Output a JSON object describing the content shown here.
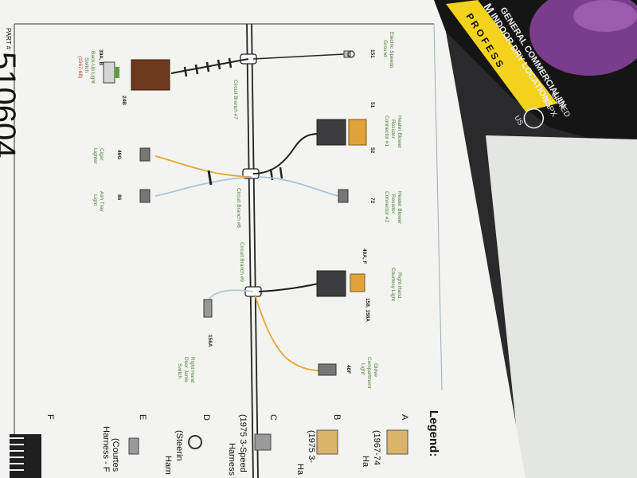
{
  "document": {
    "part_label": "PART #",
    "part_number": "510604",
    "legend": {
      "title": "Legend:",
      "entries": [
        {
          "letter": "A",
          "text": "(1967-74",
          "text2": "Ha"
        },
        {
          "letter": "B",
          "text": "(1975 3-",
          "text2": "Ha"
        },
        {
          "letter": "C",
          "text": "(1975 3-Speed",
          "text2": "Harness"
        },
        {
          "letter": "D",
          "text": "(Steerin",
          "text2": "Harn"
        },
        {
          "letter": "E",
          "text": "(Courtes",
          "text2": "Harness - F"
        },
        {
          "letter": "F",
          "text": "",
          "text2": ""
        }
      ]
    },
    "branches": [
      "Circuit Branch #7",
      "Circuit Branch #8",
      "Circuit Branch #9"
    ],
    "components": [
      {
        "tag": "151",
        "lines": [
          "Electric Speedo",
          "Ground"
        ]
      },
      {
        "tag": "39A, B",
        "tag2": "24B",
        "lines": [
          "Back-Up Light",
          "Switch"
        ],
        "note": "(1967-68)"
      },
      {
        "tag": "51",
        "tag2": "52",
        "lines": [
          "Heater Blower",
          "Resistor",
          "Connector #1"
        ]
      },
      {
        "tag": "46G",
        "lines": [
          "Cigar",
          "Lighter"
        ]
      },
      {
        "tag": "72",
        "lines": [
          "Heater Blower",
          "Resistor",
          "Connector #2"
        ]
      },
      {
        "tag": "86",
        "lines": [
          "Ash Tray",
          "Light"
        ]
      },
      {
        "tag": "40A, F",
        "tag2": "158, 158A",
        "lines": [
          "Right Hand",
          "Courtesy Light"
        ]
      },
      {
        "tag": "156A",
        "lines": [
          "Right Hand",
          "Door Jamb",
          "Switch"
        ]
      },
      {
        "tag": "46F",
        "lines": [
          "Glove",
          "Compartment",
          "Light"
        ]
      }
    ]
  },
  "box_label": {
    "lines": [
      "GENERAL COMMERCIAL/IN",
      "INDOOR DRY LOCATIONS",
      "LISTED",
      "9APX",
      "US"
    ],
    "strip": "P R O F E S S",
    "brand": "M"
  },
  "colors": {
    "paper": "#f3f4f0",
    "paper_shadow": "#e4e6e1",
    "box_black": "#151515",
    "stripe_yellow": "#f2d21b",
    "purple": "#7a3d8e",
    "wire_orange": "#e6a43a",
    "wire_blue": "#a9c2d4",
    "wire_black": "#1c1c1c",
    "label_green": "#4b7a3a",
    "label_red": "#c0392b"
  }
}
